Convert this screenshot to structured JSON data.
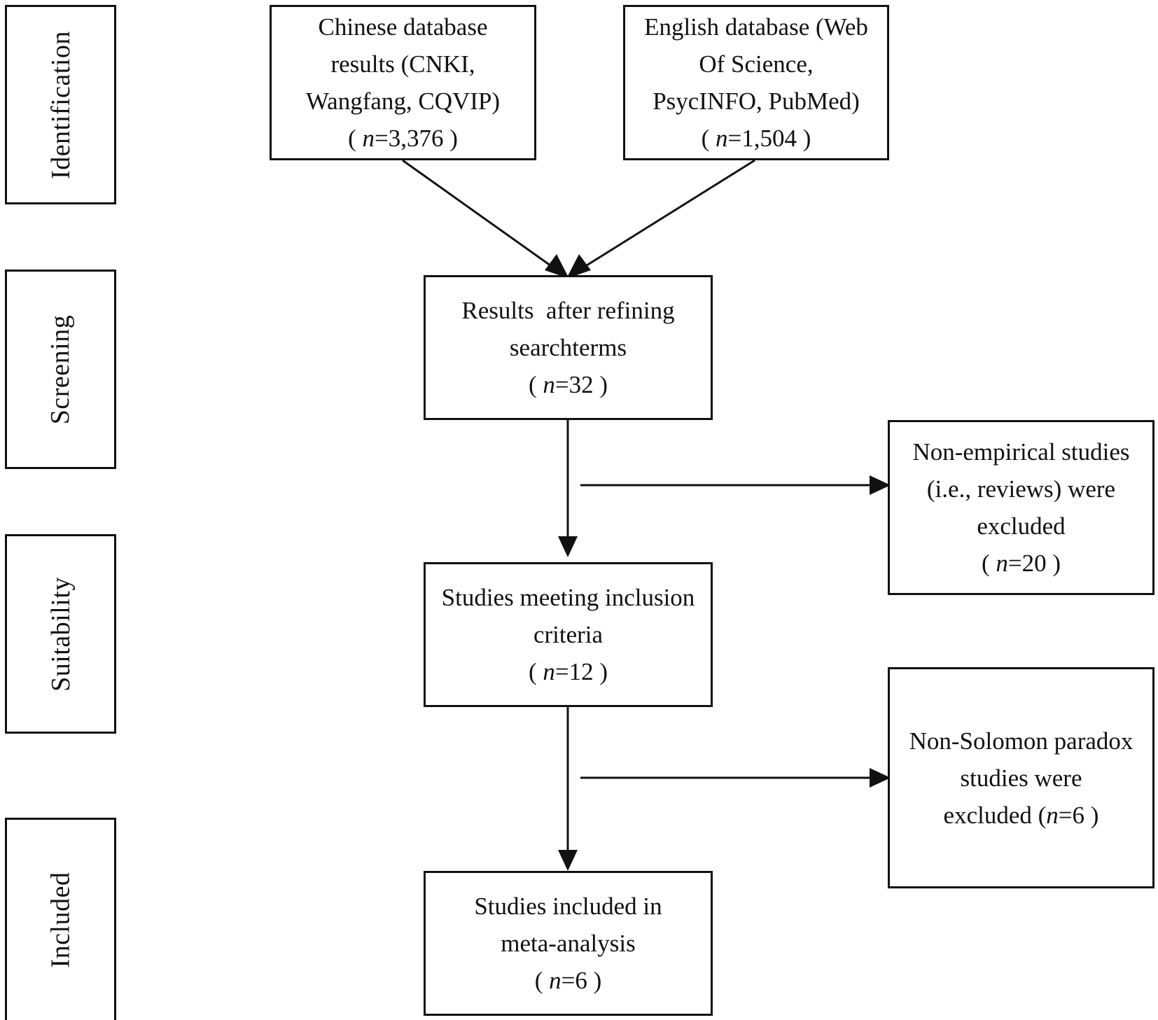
{
  "stages": {
    "identification": "Identification",
    "screening": "Screening",
    "suitability": "Suitability",
    "included": "Included"
  },
  "boxes": {
    "chinese_db": {
      "lines": [
        "Chinese database",
        "results (CNKI,",
        "Wangfang, CQVIP)"
      ],
      "count": {
        "prefix": "( ",
        "n": "n",
        "value": "=3,376",
        "suffix": " )"
      }
    },
    "english_db": {
      "lines": [
        "English database (Web",
        "Of Science,",
        "PsycINFO, PubMed)"
      ],
      "count": {
        "prefix": "( ",
        "n": "n",
        "value": "=1,504",
        "suffix": " )"
      }
    },
    "refined": {
      "lines": [
        "Results  after refining",
        "searchterms"
      ],
      "count": {
        "prefix": "( ",
        "n": "n",
        "value": "=32",
        "suffix": " )"
      }
    },
    "non_empirical": {
      "lines": [
        "Non-empirical studies",
        "(i.e., reviews) were",
        "excluded"
      ],
      "count": {
        "prefix": "( ",
        "n": "n",
        "value": "=20",
        "suffix": " )"
      }
    },
    "inclusion": {
      "lines": [
        "Studies meeting inclusion",
        "criteria"
      ],
      "count": {
        "prefix": "( ",
        "n": "n",
        "value": "=12",
        "suffix": " )"
      }
    },
    "non_solomon": {
      "lines": [
        "Non-Solomon paradox",
        "studies were"
      ],
      "count": {
        "prefix": "excluded (",
        "n": "n",
        "value": "=6",
        "suffix": " )"
      }
    },
    "meta": {
      "lines": [
        "Studies included in",
        "meta-analysis"
      ],
      "count": {
        "prefix": "( ",
        "n": "n",
        "value": "=6",
        "suffix": " )"
      }
    }
  }
}
